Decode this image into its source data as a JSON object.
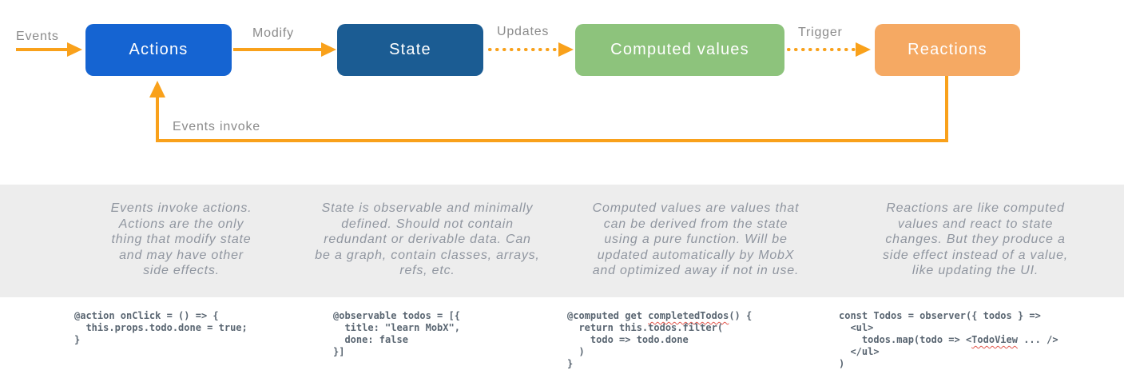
{
  "diagram": {
    "nodes": [
      {
        "id": "actions",
        "label": "Actions",
        "color": "#1564d2"
      },
      {
        "id": "state",
        "label": "State",
        "color": "#1b5c93"
      },
      {
        "id": "computed",
        "label": "Computed values",
        "color": "#8dc37c"
      },
      {
        "id": "reactions",
        "label": "Reactions",
        "color": "#f5a963"
      }
    ],
    "edge_labels": {
      "events": "Events",
      "modify": "Modify",
      "updates": "Updates",
      "trigger": "Trigger",
      "events_invoke": "Events invoke"
    },
    "arrow_color": "#f9a11b",
    "edge_label_color": "#8b8b8b",
    "band_color": "#ededed",
    "description_text_color": "#9096a0",
    "code_text_color": "#5a6672"
  },
  "descriptions": [
    {
      "text": "Events invoke actions.\nActions are the only\nthing that modify state\nand may have other\nside effects."
    },
    {
      "text": "State is observable and minimally\ndefined. Should not contain\nredundant or derivable data. Can\nbe a graph, contain classes, arrays,\nrefs, etc."
    },
    {
      "text": "Computed values are values that\ncan be derived from the state\nusing a pure function. Will be\nupdated automatically by MobX\nand optimized away if not in use."
    },
    {
      "text": "Reactions are like computed\nvalues and react to state\nchanges. But they produce a\nside effect instead of a value,\nlike updating the UI."
    }
  ],
  "code_samples": [
    {
      "code": "@action onClick = () => {\n  this.props.todo.done = true;\n}"
    },
    {
      "code": "@observable todos = [{\n  title: \"learn MobX\",\n  done: false\n}]"
    },
    {
      "pre": "@computed get ",
      "misspelled": "completedTodos",
      "post": "() {\n  return this.todos.filter(\n    todo => todo.done\n  )\n}"
    },
    {
      "pre": "const Todos = observer({ todos } =>\n  <ul>\n    todos.map(todo => <",
      "misspelled": "TodoView",
      "post": " ... />\n  </ul>\n)"
    }
  ]
}
